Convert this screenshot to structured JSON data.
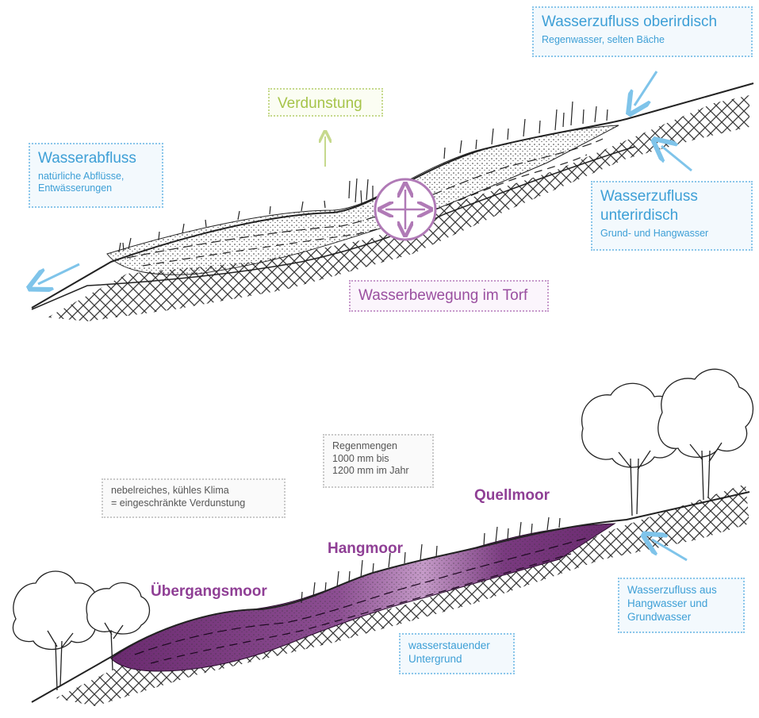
{
  "top_diagram": {
    "inflow_surface": {
      "title": "Wasserzufluss oberirdisch",
      "sub": "Regenwasser, selten Bäche"
    },
    "evaporation": {
      "title": "Verdunstung"
    },
    "outflow": {
      "title": "Wasserabfluss",
      "sub_line1": "natürliche Abflüsse,",
      "sub_line2": "Entwässerungen"
    },
    "inflow_ground": {
      "title_line1": "Wasserzufluss",
      "title_line2": "unterirdisch",
      "sub": "Grund- und Hangwasser"
    },
    "peat_movement": {
      "title": "Wasserbewegung im Torf"
    }
  },
  "bottom_diagram": {
    "rain": {
      "line1": "Regenmengen",
      "line2": "1000 mm bis",
      "line3": "1200 mm im Jahr"
    },
    "climate": {
      "line1": "nebelreiches, kühles Klima",
      "line2": "= eingeschränkte Verdunstung"
    },
    "labels": {
      "quellmoor": "Quellmoor",
      "hangmoor": "Hangmoor",
      "uebergangsmoor": "Übergangsmoor"
    },
    "inflow": {
      "line1": "Wasserzufluss aus",
      "line2": "Hangwasser und",
      "line3": "Grundwasser"
    },
    "substrate": {
      "line1": "wasserstauender",
      "line2": "Untergrund"
    }
  },
  "colors": {
    "blue": "#3d9fd6",
    "green": "#a6c44a",
    "purple": "#9a4fa0",
    "peat_dark": "#6b2a70",
    "ink": "#222222"
  }
}
